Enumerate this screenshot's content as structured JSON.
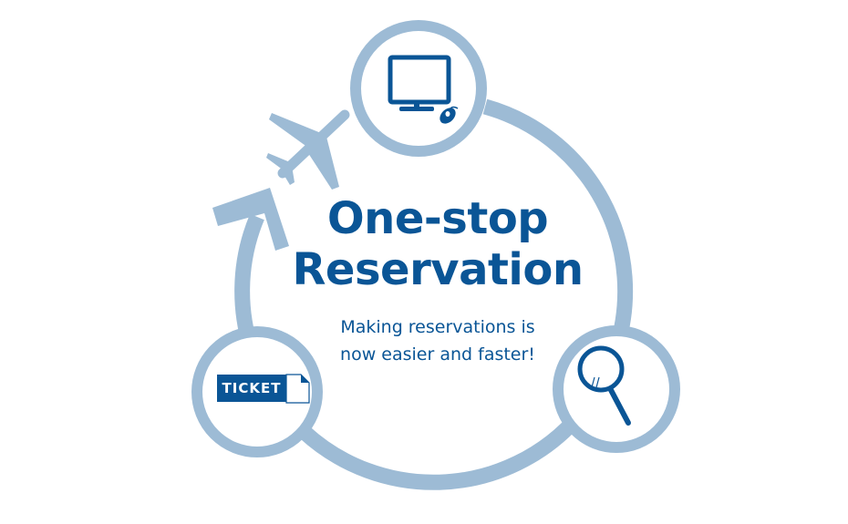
{
  "title": {
    "line1": "One-stop",
    "line2": "Reservation"
  },
  "subtitle": {
    "line1": "Making reservations is",
    "line2": "now easier and faster!"
  },
  "ticket_label": "TICKET",
  "icons": [
    "computer-icon",
    "mouse-icon",
    "airplane-icon",
    "ticket-icon",
    "magnifier-icon"
  ],
  "colors": {
    "ring": "#9dbbd5",
    "accent": "#0a5596"
  }
}
